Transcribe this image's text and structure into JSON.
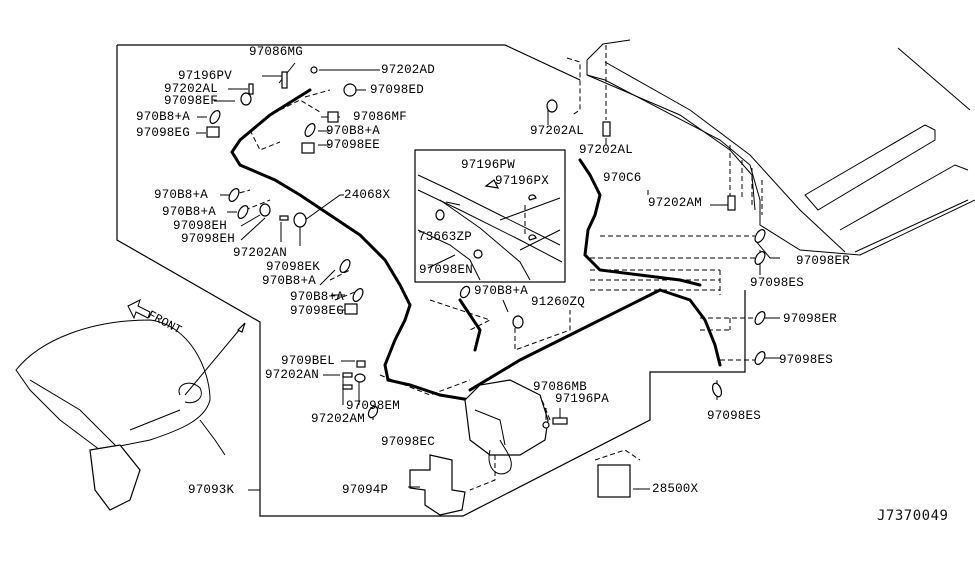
{
  "diagram": {
    "code": "J7370049",
    "front_label": "FRONT",
    "labels": {
      "p97086MG": "97086MG",
      "p97196PV": "97196PV",
      "p97202AL_a": "97202AL",
      "p97098EF": "97098EF",
      "p970B8A_1": "970B8+A",
      "p97098EG_1": "97098EG",
      "p97202AD": "97202AD",
      "p97098ED": "97098ED",
      "p97086MF": "97086MF",
      "p970B8A_2": "970B8+A",
      "p97098EE": "97098EE",
      "p970B8A_3": "970B8+A",
      "p970B8A_4": "970B8+A",
      "p97098EH_1": "97098EH",
      "p97098EH_2": "97098EH",
      "p24068X": "24068X",
      "p97202AN_1": "97202AN",
      "p97098EK": "97098EK",
      "p970B8A_5": "970B8+A",
      "p970B8A_6": "970B8+A",
      "p97098EG_2": "97098EG",
      "p97196PW": "97196PW",
      "p97196PX": "97196PX",
      "p73663ZP": "73663ZP",
      "p97098EN": "97098EN",
      "p97202AL_b": "97202AL",
      "p97202AL_c": "97202AL",
      "p970C6": "970C6",
      "p97202AM_a": "97202AM",
      "p97098ER_1": "97098ER",
      "p97098ES_1": "97098ES",
      "p970B8A_7": "970B8+A",
      "p91260ZQ": "91260ZQ",
      "p97098ER_2": "97098ER",
      "p97098ES_2": "97098ES",
      "p9709BEL": "9709BEL",
      "p97202AN_2": "97202AN",
      "p97098EM": "97098EM",
      "p97202AM_b": "97202AM",
      "p97098EC": "97098EC",
      "p97086MB": "97086MB",
      "p97196PA": "97196PA",
      "p97098ES_3": "97098ES",
      "p97094P": "97094P",
      "p97093K": "97093K",
      "p28500X": "28500X"
    }
  }
}
